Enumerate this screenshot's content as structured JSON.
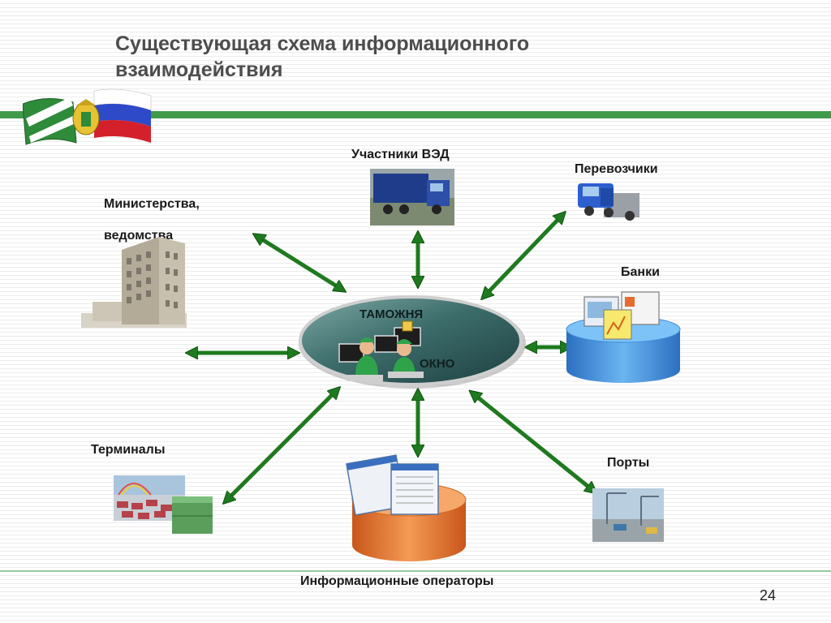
{
  "slide": {
    "title_line1": "Существующая схема информационного",
    "title_line2": "взаимодействия",
    "page_number": "24"
  },
  "center": {
    "label_top": "ТАМОЖНЯ",
    "label_bottom": "ОКНО"
  },
  "nodes": {
    "participants": "Участники ВЭД",
    "carriers": "Перевозчики",
    "ministries_line1": "Министерства,",
    "ministries_line2": "ведомства",
    "banks": "Банки",
    "terminals": "Терминалы",
    "ports": "Порты",
    "info_operators": "Информационные операторы"
  },
  "colors": {
    "accent_green": "#3f9a4a",
    "arrow_green": "#1f7a1f",
    "hub_teal": "#2f5e5e",
    "db_blue": "#3e8ad6",
    "db_orange": "#e2742c"
  }
}
